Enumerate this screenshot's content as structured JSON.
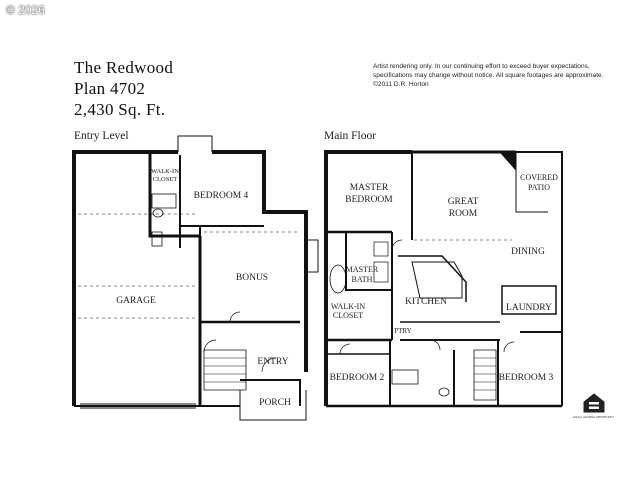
{
  "copyright": "© 2026",
  "plan": {
    "name": "The Redwood",
    "number": "Plan 4702",
    "sqft": "2,430 Sq. Ft."
  },
  "disclaimer": "Artist rendering only. In our continuing effort to exceed buyer expectations, specifications may change without notice. All square footages are approximate. ©2011 D.R. Horton",
  "entry_level": {
    "heading": "Entry Level",
    "rooms": {
      "walkin_closet_l1": "WALK-IN",
      "walkin_closet_l2": "CLOSET",
      "bedroom4": "BEDROOM 4",
      "bonus": "BONUS",
      "garage": "GARAGE",
      "entry": "ENTRY",
      "porch": "PORCH"
    }
  },
  "main_floor": {
    "heading": "Main Floor",
    "rooms": {
      "master_bedroom_l1": "MASTER",
      "master_bedroom_l2": "BEDROOM",
      "great_room_l1": "GREAT",
      "great_room_l2": "ROOM",
      "covered_patio_l1": "COVERED",
      "covered_patio_l2": "PATIO",
      "dining": "DINING",
      "master_bath_l1": "MASTER",
      "master_bath_l2": "BATH",
      "kitchen": "KITCHEN",
      "walkin_closet_l1": "WALK-IN",
      "walkin_closet_l2": "CLOSET",
      "pantry": "PTRY",
      "laundry": "LAUNDRY",
      "bedroom2": "BEDROOM 2",
      "bedroom3": "BEDROOM 3"
    }
  },
  "logo": {
    "caption": "EQUAL HOUSING OPPORTUNITY"
  }
}
